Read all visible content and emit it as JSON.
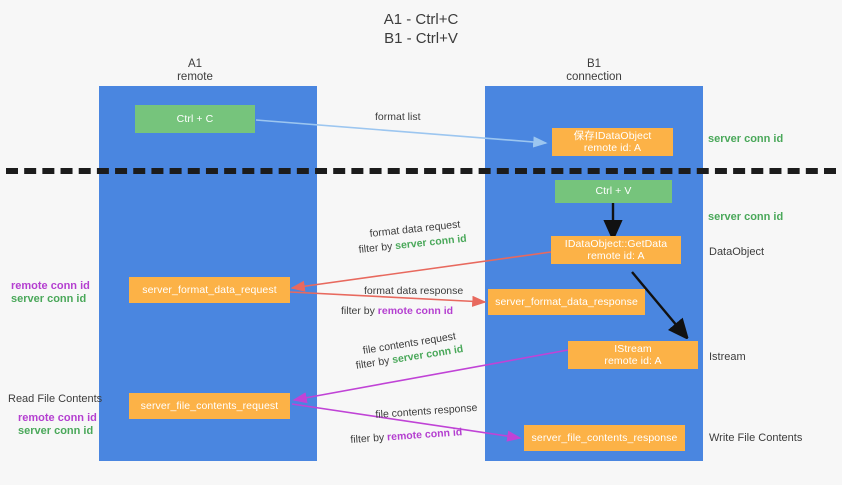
{
  "title": {
    "line1": "A1 - Ctrl+C",
    "line2": "B1 - Ctrl+V"
  },
  "colors": {
    "lane": "#4a86e0",
    "green_box": "#76c47c",
    "orange_box": "#fcb247",
    "background": "#f7f7f7",
    "divider": "#1c1c1c",
    "server_conn_text": "#4aa85a",
    "remote_conn_text": "#b43fd0",
    "arrow_format_list": "#9cc6f0",
    "arrow_format_data": "#e8695e",
    "arrow_file_contents": "#c043d6",
    "arrow_flow": "#111111"
  },
  "columns": {
    "left": {
      "name": "A1",
      "sub": "remote"
    },
    "right": {
      "name": "B1",
      "sub": "connection"
    }
  },
  "boxes": {
    "ctrl_c": {
      "line1": "Ctrl + C",
      "line2": ""
    },
    "ctrl_v": {
      "line1": "Ctrl + V",
      "line2": ""
    },
    "save_idataobject": {
      "line1": "保存IDataObject",
      "line2": "remote id: A"
    },
    "getdata": {
      "line1": "IDataObject::GetData",
      "line2": "remote id: A"
    },
    "istream": {
      "line1": "IStream",
      "line2": "remote id: A"
    },
    "format_data_request": {
      "line1": "server_format_data_request",
      "line2": ""
    },
    "format_data_response": {
      "line1": "server_format_data_response",
      "line2": ""
    },
    "file_contents_request": {
      "line1": "server_file_contents_request",
      "line2": ""
    },
    "file_contents_response": {
      "line1": "server_file_contents_response",
      "line2": ""
    }
  },
  "edge_labels": {
    "format_list": "format list",
    "format_data_request": "format data request",
    "format_data_request_filter_pre": "filter by ",
    "format_data_request_filter_key": "server conn id",
    "format_data_response": "format data response",
    "format_data_response_filter_pre": "filter by ",
    "format_data_response_filter_key": "remote conn id",
    "file_contents_request": "file contents request",
    "file_contents_request_filter_pre": "filter by ",
    "file_contents_request_filter_key": "server conn id",
    "file_contents_response": "file contents response",
    "file_contents_response_filter_pre": "filter by ",
    "file_contents_response_filter_key": "remote conn id"
  },
  "right_labels": {
    "server_conn_id_top": "server conn id",
    "server_conn_id_mid": "server conn id",
    "dataobject": "DataObject",
    "istream": "Istream",
    "write_file_contents": "Write File Contents"
  },
  "left_labels": {
    "remote_conn_id_1": "remote conn id",
    "server_conn_id_1": "server conn id",
    "read_file_contents": "Read File Contents",
    "remote_conn_id_2": "remote conn id",
    "server_conn_id_2": "server conn id"
  }
}
